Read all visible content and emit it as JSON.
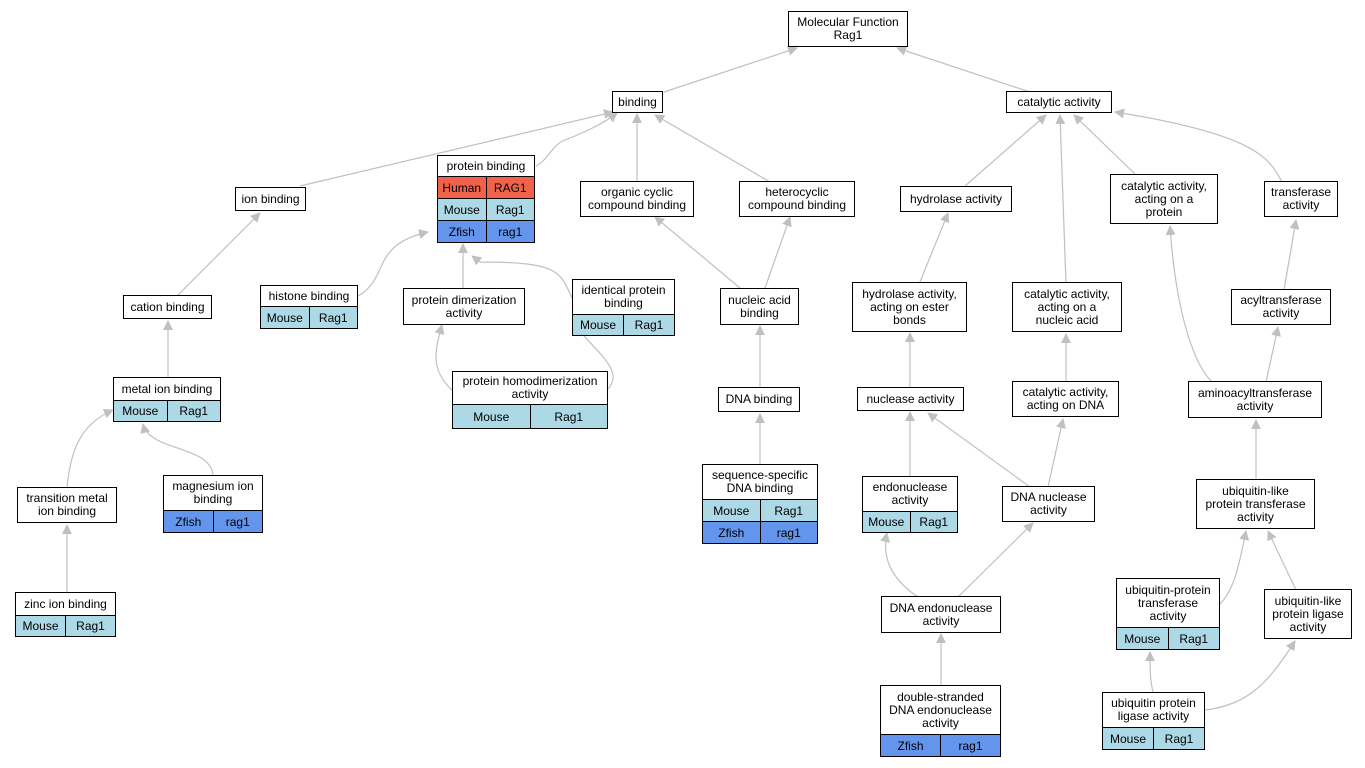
{
  "colors": {
    "edge": "#c0c0c0",
    "Human": "#f0624a",
    "Mouse": "#add8e6",
    "Zfish": "#6495ed",
    "node_bg": "#ffffff"
  },
  "nodes": {
    "mf": {
      "label": "Molecular Function\nRag1",
      "rows": []
    },
    "binding": {
      "label": "binding",
      "rows": []
    },
    "catalytic": {
      "label": "catalytic activity",
      "rows": []
    },
    "protein_binding": {
      "label": "protein binding",
      "rows": [
        [
          "Human",
          "RAG1"
        ],
        [
          "Mouse",
          "Rag1"
        ],
        [
          "Zfish",
          "rag1"
        ]
      ]
    },
    "ion_binding": {
      "label": "ion binding",
      "rows": []
    },
    "organic_cyclic": {
      "label": "organic cyclic\ncompound binding",
      "rows": []
    },
    "heterocyclic": {
      "label": "heterocyclic\ncompound binding",
      "rows": []
    },
    "hydrolase": {
      "label": "hydrolase activity",
      "rows": []
    },
    "cat_protein": {
      "label": "catalytic activity,\nacting on a\nprotein",
      "rows": []
    },
    "transferase": {
      "label": "transferase\nactivity",
      "rows": []
    },
    "cation_binding": {
      "label": "cation binding",
      "rows": []
    },
    "histone_binding": {
      "label": "histone binding",
      "rows": [
        [
          "Mouse",
          "Rag1"
        ]
      ]
    },
    "protein_dimer": {
      "label": "protein dimerization\nactivity",
      "rows": []
    },
    "identical_protein": {
      "label": "identical protein\nbinding",
      "rows": [
        [
          "Mouse",
          "Rag1"
        ]
      ]
    },
    "nucleic_acid_binding": {
      "label": "nucleic acid\nbinding",
      "rows": []
    },
    "hydrolase_ester": {
      "label": "hydrolase activity,\nacting on ester\nbonds",
      "rows": []
    },
    "cat_nucleic": {
      "label": "catalytic activity,\nacting on a\nnucleic acid",
      "rows": []
    },
    "acyltransferase": {
      "label": "acyltransferase\nactivity",
      "rows": []
    },
    "metal_ion": {
      "label": "metal ion binding",
      "rows": [
        [
          "Mouse",
          "Rag1"
        ]
      ]
    },
    "protein_homodimer": {
      "label": "protein homodimerization\nactivity",
      "rows": [
        [
          "Mouse",
          "Rag1"
        ]
      ]
    },
    "dna_binding": {
      "label": "DNA binding",
      "rows": []
    },
    "nuclease": {
      "label": "nuclease activity",
      "rows": []
    },
    "cat_dna": {
      "label": "catalytic activity,\nacting on DNA",
      "rows": []
    },
    "aminoacyltransferase": {
      "label": "aminoacyltransferase\nactivity",
      "rows": []
    },
    "transition_metal": {
      "label": "transition metal\nion binding",
      "rows": []
    },
    "magnesium": {
      "label": "magnesium ion\nbinding",
      "rows": [
        [
          "Zfish",
          "rag1"
        ]
      ]
    },
    "seq_specific": {
      "label": "sequence-specific\nDNA binding",
      "rows": [
        [
          "Mouse",
          "Rag1"
        ],
        [
          "Zfish",
          "rag1"
        ]
      ]
    },
    "endonuclease": {
      "label": "endonuclease\nactivity",
      "rows": [
        [
          "Mouse",
          "Rag1"
        ]
      ]
    },
    "dna_nuclease": {
      "label": "DNA nuclease\nactivity",
      "rows": []
    },
    "ubl_transferase": {
      "label": "ubiquitin-like\nprotein transferase\nactivity",
      "rows": []
    },
    "zinc": {
      "label": "zinc ion binding",
      "rows": [
        [
          "Mouse",
          "Rag1"
        ]
      ]
    },
    "dna_endonuclease": {
      "label": "DNA endonuclease\nactivity",
      "rows": []
    },
    "ub_transferase": {
      "label": "ubiquitin-protein\ntransferase\nactivity",
      "rows": [
        [
          "Mouse",
          "Rag1"
        ]
      ]
    },
    "ubl_ligase": {
      "label": "ubiquitin-like\nprotein ligase\nactivity",
      "rows": []
    },
    "ds_endonuclease": {
      "label": "double-stranded\nDNA endonuclease\nactivity",
      "rows": [
        [
          "Zfish",
          "rag1"
        ]
      ]
    },
    "ub_ligase": {
      "label": "ubiquitin protein\nligase activity",
      "rows": [
        [
          "Mouse",
          "Rag1"
        ]
      ]
    }
  }
}
